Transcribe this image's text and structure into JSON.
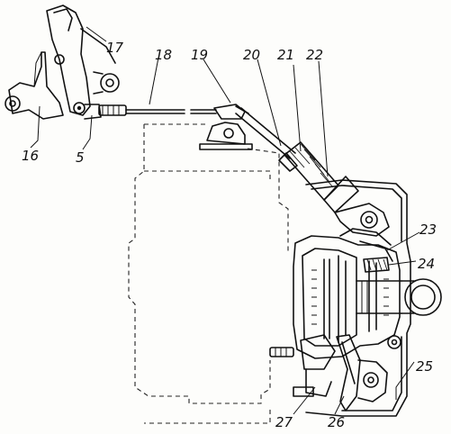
{
  "diagram": {
    "labels": [
      {
        "id": "17",
        "text": "17"
      },
      {
        "id": "18",
        "text": "18"
      },
      {
        "id": "19",
        "text": "19"
      },
      {
        "id": "20",
        "text": "20"
      },
      {
        "id": "21",
        "text": "21"
      },
      {
        "id": "22",
        "text": "22"
      },
      {
        "id": "16",
        "text": "16"
      },
      {
        "id": "5",
        "text": "5"
      },
      {
        "id": "23",
        "text": "23"
      },
      {
        "id": "24",
        "text": "24"
      },
      {
        "id": "25",
        "text": "25"
      },
      {
        "id": "27",
        "text": "27"
      },
      {
        "id": "26",
        "text": "26"
      }
    ]
  }
}
